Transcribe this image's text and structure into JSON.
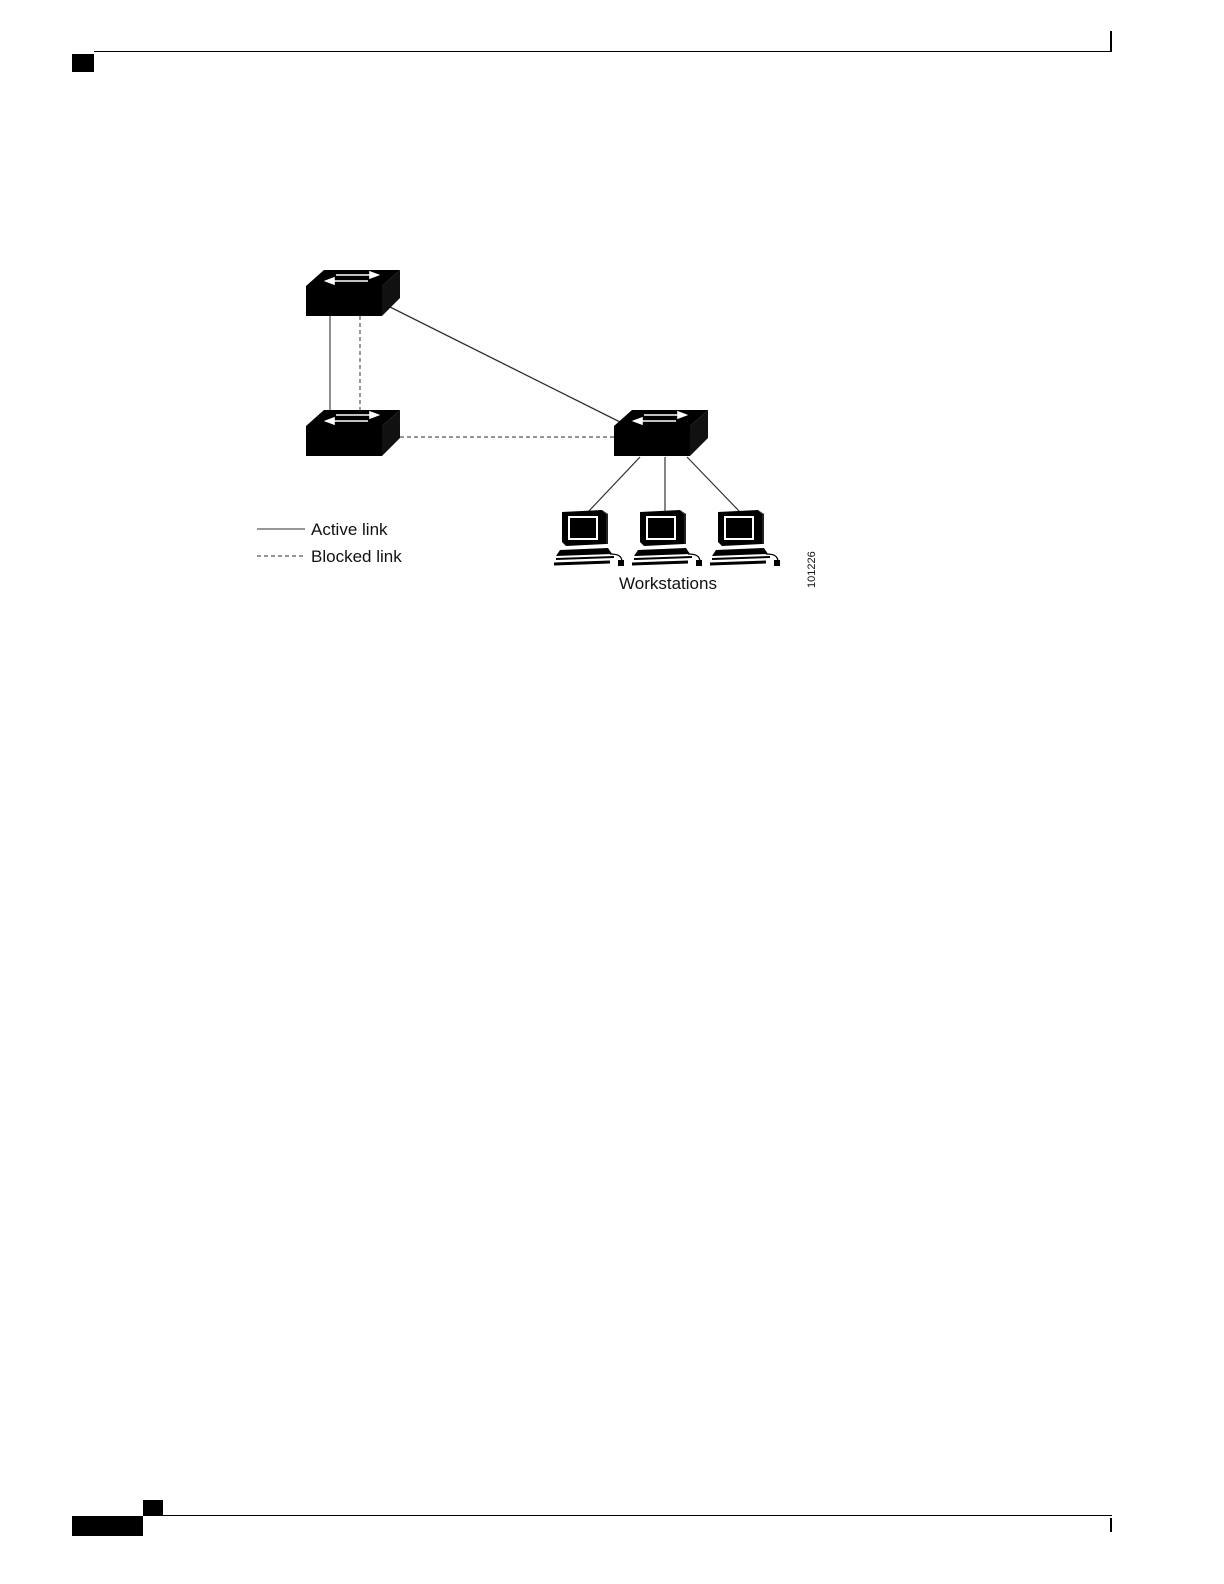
{
  "diagram": {
    "legend": {
      "active_label": "Active link",
      "blocked_label": "Blocked link"
    },
    "workstations_label": "Workstations",
    "figure_id": "101226"
  },
  "colors": {
    "ink": "#000000",
    "link": "#333333"
  },
  "icons": [
    "switch-icon",
    "workstation-icon"
  ]
}
